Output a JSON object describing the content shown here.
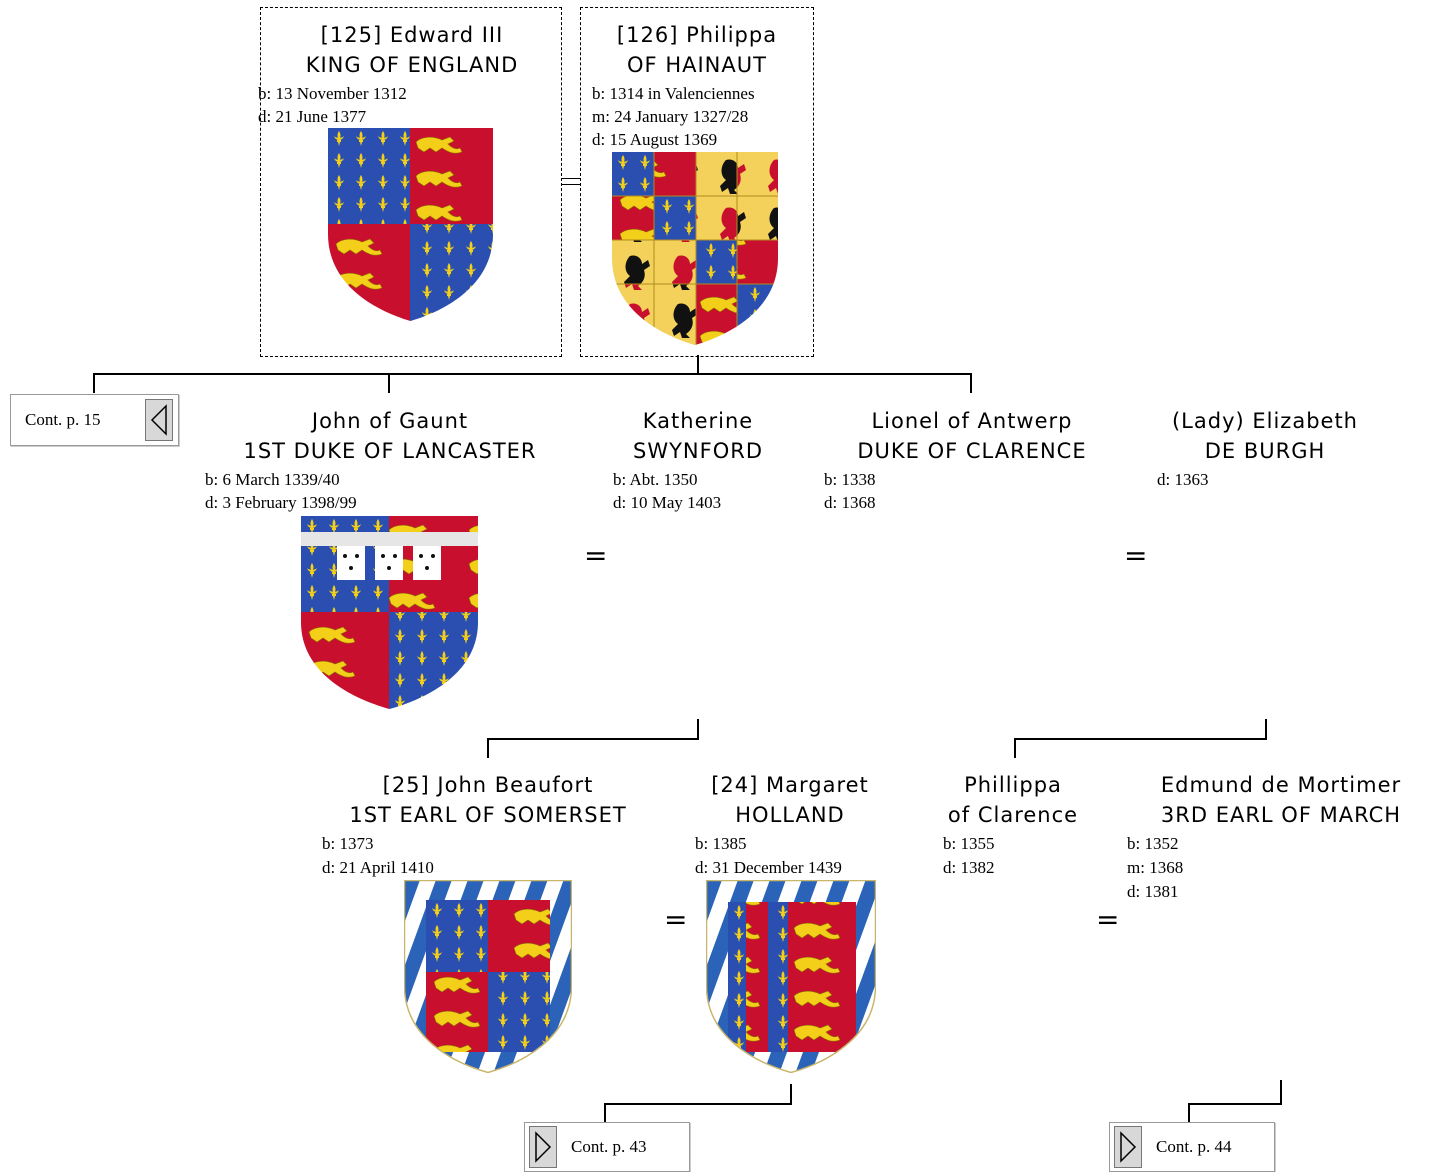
{
  "edward": {
    "name": "[125] Edward III",
    "title": "KING OF ENGLAND",
    "born": "b: 13 November 1312",
    "died": "d: 21 June 1377",
    "arms": "quartered-france-england-arms"
  },
  "philippa": {
    "name": "[126] Philippa",
    "title": "OF HAINAUT",
    "born": "b: 1314 in Valenciennes",
    "married": "m: 24 January 1327/28",
    "died": "d: 15 August 1369",
    "arms": "hainaut-quartered-arms"
  },
  "john_gaunt": {
    "name": "John of Gaunt",
    "title": "1ST DUKE OF LANCASTER",
    "born": "b: 6 March 1339/40",
    "died": "d: 3 February 1398/99",
    "arms": "lancaster-label-arms"
  },
  "katherine": {
    "name": "Katherine",
    "title": "SWYNFORD",
    "born": "b: Abt. 1350",
    "died": "d: 10 May 1403"
  },
  "lionel": {
    "name": "Lionel of Antwerp",
    "title": "DUKE OF CLARENCE",
    "born": "b: 1338",
    "died": "d: 1368"
  },
  "elizabeth": {
    "name": "(Lady) Elizabeth",
    "title": "DE BURGH",
    "died": "d: 1363"
  },
  "john_beaufort": {
    "name": "[25] John Beaufort",
    "title": "1ST EARL OF SOMERSET",
    "born": "b: 1373",
    "died": "d: 21 April 1410",
    "arms": "beaufort-bordure-arms"
  },
  "margaret": {
    "name": "[24] Margaret",
    "title": "HOLLAND",
    "born": "b: 1385",
    "died": "d: 31 December 1439",
    "arms": "holland-bordure-arms"
  },
  "phillippa_clarence": {
    "name": "Phillippa",
    "title": "of Clarence",
    "born": "b: 1355",
    "died": "d: 1382"
  },
  "edmund": {
    "name": "Edmund de Mortimer",
    "title": "3RD EARL OF MARCH",
    "born": "b: 1352",
    "married": "m: 1368",
    "died": "d: 1381"
  },
  "marriage_symbol": "=",
  "nav": {
    "back": {
      "label": "Cont. p. 15",
      "icon": "triangle-left-icon"
    },
    "cont43": {
      "label": "Cont. p. 43",
      "icon": "triangle-right-icon"
    },
    "cont44": {
      "label": "Cont. p. 44",
      "icon": "triangle-right-icon"
    }
  },
  "colors": {
    "azure": "#2a4fb0",
    "gules": "#c8102e",
    "or": "#f3cf1a",
    "sable": "#111111",
    "argent": "#ffffff"
  }
}
